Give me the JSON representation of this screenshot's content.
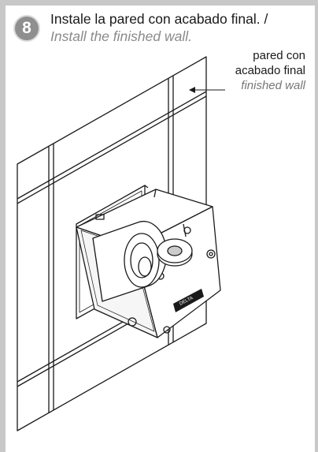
{
  "step": {
    "number": "8",
    "title_es": "Instale la pared con acabado final. /",
    "title_en": "Install the finished wall."
  },
  "callout": {
    "line1_es": "pared con",
    "line2_es": "acabado final",
    "line3_en": "finished wall"
  },
  "logo_text": "DELTA"
}
